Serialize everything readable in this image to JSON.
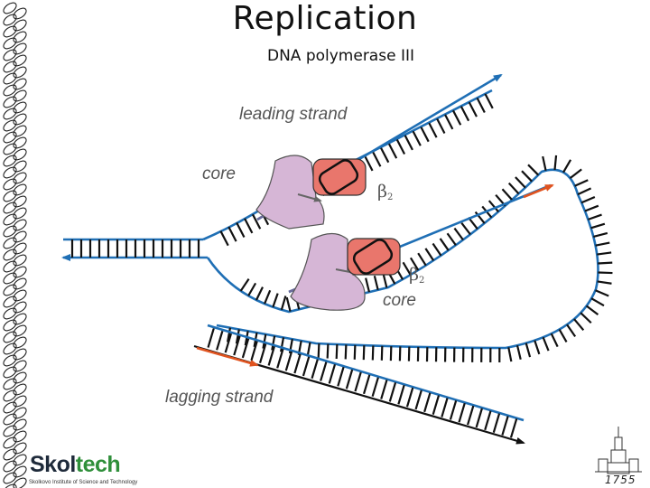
{
  "header": {
    "title": "Replication",
    "subtitle": "DNA polymerase III"
  },
  "diagram": {
    "leading_strand_label": "leading strand",
    "lagging_strand_label": "lagging strand",
    "core_upper_label": "core",
    "core_lower_label": "core",
    "beta_upper_label": "β",
    "beta_upper_sub": "2",
    "beta_lower_label": "β",
    "beta_lower_sub": "2",
    "colors": {
      "strand": "#1f6fb5",
      "rung": "#111111",
      "core": "#d6b6d6",
      "clamp": "#e9766c",
      "primer": "#e0531f"
    }
  },
  "logo": {
    "name_part1": "Skol",
    "name_part2": "tech",
    "tagline": "Skolkovo Institute of Science and Technology"
  },
  "footer": {
    "year": "1755"
  }
}
